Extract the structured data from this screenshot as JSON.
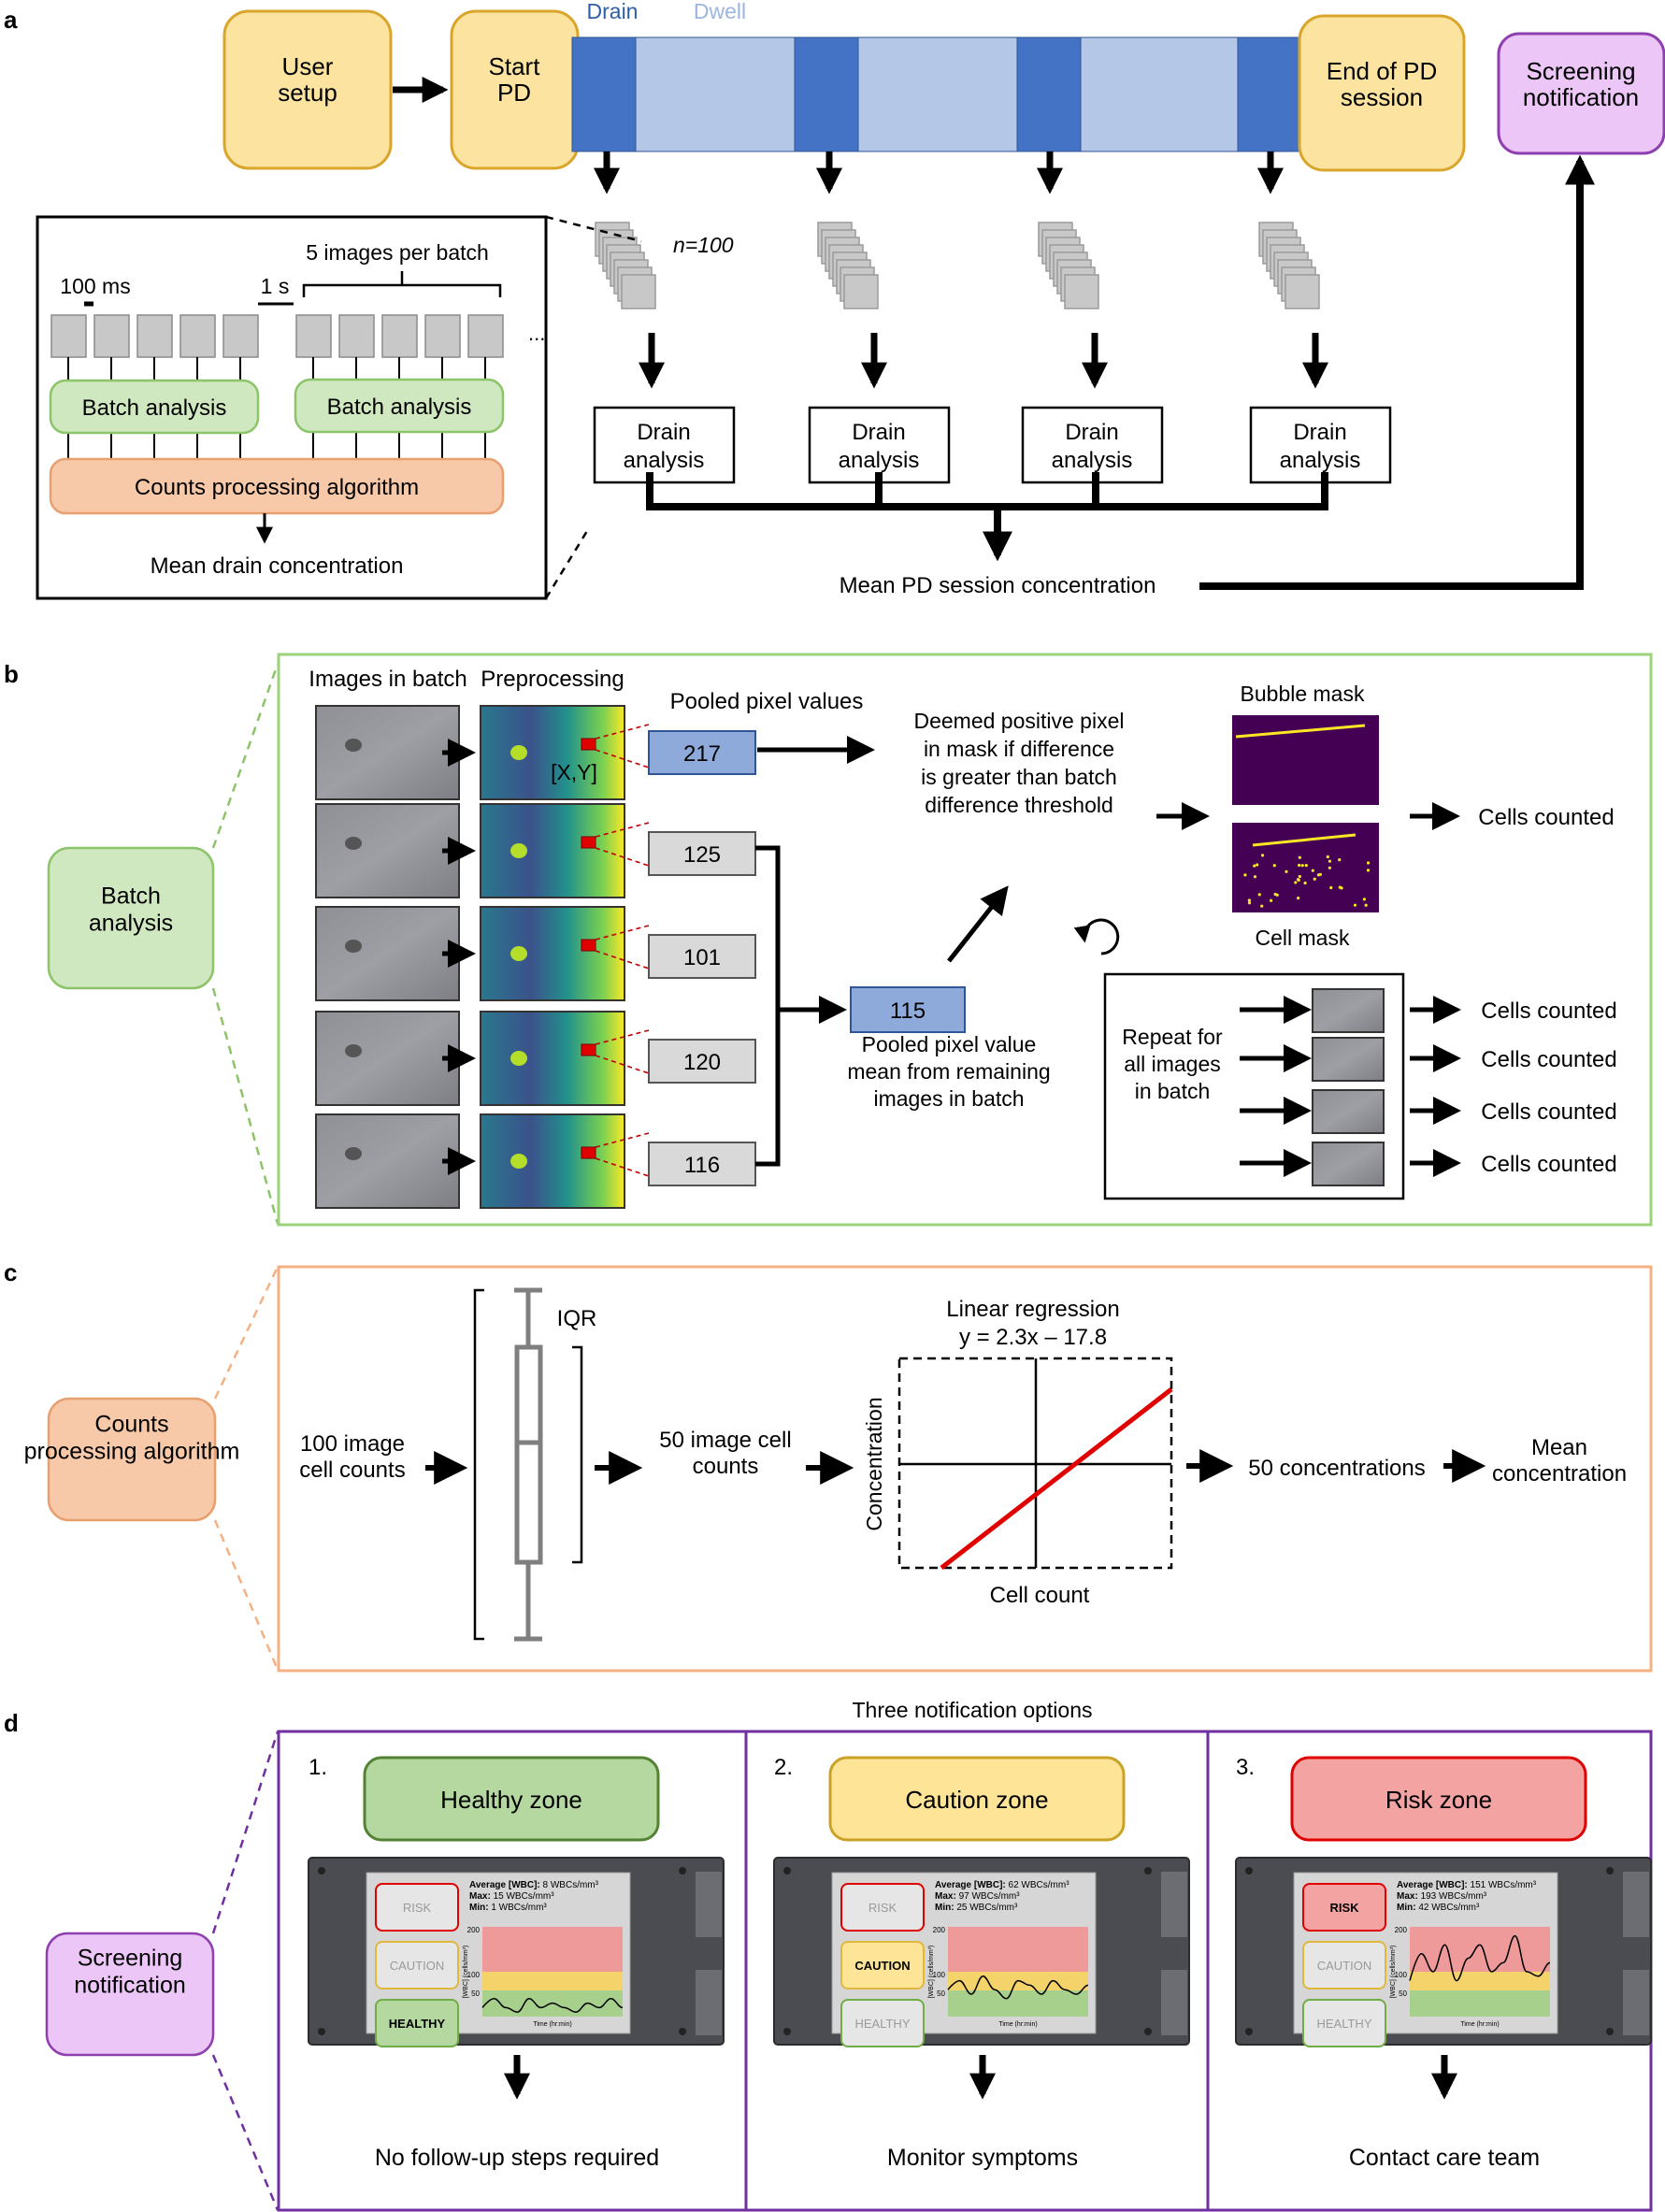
{
  "panel_a": {
    "letter": "a",
    "user_setup": "User setup",
    "start_pd": "Start PD",
    "drain_label": "Drain",
    "dwell_label": "Dwell",
    "end_pd": "End of PD session",
    "screening": "Screening notification",
    "n_label": "n=100",
    "drain_analysis": "Drain analysis",
    "mean_session": "Mean PD session concentration",
    "inset": {
      "ms": "100 ms",
      "s": "1 s",
      "batch_note": "5 images per batch",
      "ellipsis": "...",
      "batch_analysis": "Batch analysis",
      "counts_algo": "Counts processing algorithm",
      "mean_drain": "Mean drain concentration"
    }
  },
  "panel_b": {
    "letter": "b",
    "side_label": "Batch analysis",
    "images_in_batch": "Images in batch",
    "preprocessing": "Preprocessing",
    "xy": "[X,Y]",
    "pooled_values_title": "Pooled pixel values",
    "pixel_values": [
      "217",
      "125",
      "101",
      "120",
      "116"
    ],
    "mean_value": "115",
    "mean_caption": "Pooled pixel value mean from remaining images in batch",
    "deemed": "Deemed positive pixel in mask if difference is greater than batch difference threshold",
    "bubble_mask": "Bubble mask",
    "cell_mask": "Cell mask",
    "cells_counted": "Cells counted",
    "repeat": "Repeat for all images in batch"
  },
  "panel_c": {
    "letter": "c",
    "side_label": "Counts processing algorithm",
    "input": "100 image cell counts",
    "iqr": "IQR",
    "filtered": "50 image cell counts",
    "regression_title": "Linear regression",
    "equation": "y = 2.3x – 17.8",
    "y_axis": "Concentration",
    "x_axis": "Cell count",
    "concentrations": "50 concentrations",
    "mean": "Mean concentration"
  },
  "panel_d": {
    "letter": "d",
    "side_label": "Screening notification",
    "title": "Three notification options",
    "options": [
      {
        "number": "1.",
        "zone": "Healthy zone",
        "action": "No follow-up steps required",
        "avg": "8 WBCs/mm³",
        "max": "15 WBCs/mm³",
        "min": "1 WBCs/mm³"
      },
      {
        "number": "2.",
        "zone": "Caution zone",
        "action": "Monitor symptoms",
        "avg": "62 WBCs/mm³",
        "max": "97 WBCs/mm³",
        "min": "25 WBCs/mm³"
      },
      {
        "number": "3.",
        "zone": "Risk zone",
        "action": "Contact care team",
        "avg": "151 WBCs/mm³",
        "max": "193 WBCs/mm³",
        "min": "42 WBCs/mm³"
      }
    ],
    "device": {
      "risk": "RISK",
      "caution": "CAUTION",
      "healthy": "HEALTHY",
      "avg_label": "Average [WBC]:",
      "max_label": "Max:",
      "min_label": "Min:",
      "y_ticks": [
        "200",
        "100",
        "50"
      ],
      "y_axis": "[WBC] (cells/mm³)",
      "x_axis": "Time (hr:min)"
    }
  },
  "colors": {
    "yellow_fill": "#fce4a0",
    "yellow_stroke": "#d9a52b",
    "purple_fill": "#ecc6f7",
    "purple_stroke": "#8e3fb0",
    "drain_blue": "#4472c4",
    "dwell_blue": "#b4c7e7",
    "green_fill": "#cfe8c0",
    "green_stroke": "#8cc46a",
    "orange_fill": "#f8c9a8",
    "orange_stroke": "#e8a070",
    "value_blue": "#8eaadb",
    "value_gray": "#d9d9d9",
    "panel_d_border": "#7030a0"
  }
}
